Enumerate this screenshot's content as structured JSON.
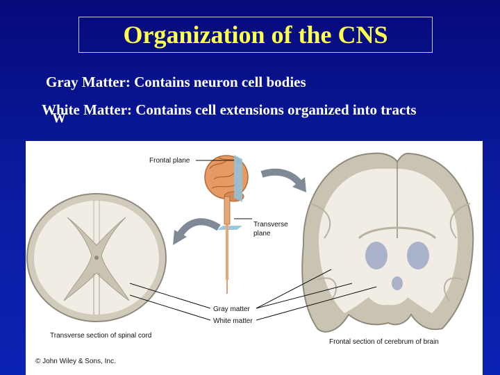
{
  "slide": {
    "title": "Organization of the CNS",
    "bullets": [
      "Gray Matter:  Contains neuron cell bodies",
      "White Matter:  Contains cell extensions organized into tracts"
    ],
    "stray_text": "W"
  },
  "figure": {
    "labels": {
      "frontal_plane": "Frontal plane",
      "transverse_plane_1": "Transverse",
      "transverse_plane_2": "plane",
      "gray_matter": "Gray matter",
      "white_matter": "White matter",
      "spinal_caption": "Transverse section of spinal cord",
      "brain_caption": "Frontal section of cerebrum of brain",
      "copyright": "© John Wiley & Sons, Inc."
    },
    "colors": {
      "background": "#0b1fa8",
      "title": "#ffff4d",
      "gray_matter": "#c9c3b2",
      "white_matter": "#f1ede4",
      "brain": "#e59a63"
    }
  }
}
